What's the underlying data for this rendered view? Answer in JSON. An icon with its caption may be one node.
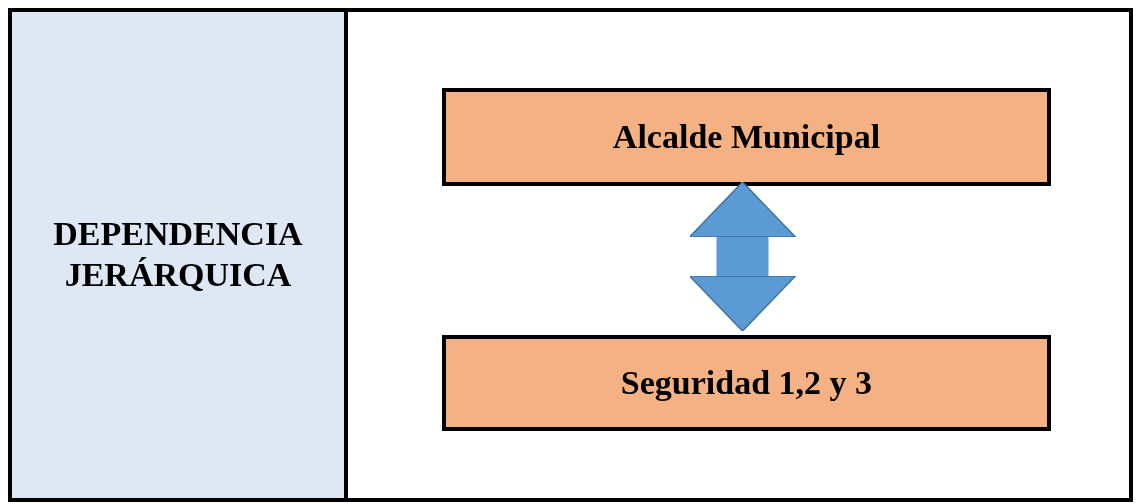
{
  "diagram": {
    "nodes": [
      {
        "text": [
          "DEPENDENCIA JERÁRQUICA"
        ]
      },
      {
        "text": [],
        "shape": "box"
      },
      {
        "text": [
          "Alcalde Municipal"
        ],
        "in": 1
      },
      {
        "text": [
          "Seguridad 1,2 y 3"
        ],
        "in": 1
      }
    ],
    "edges": [
      {
        "from": 2,
        "to": 3,
        "arrow": "both"
      }
    ]
  }
}
